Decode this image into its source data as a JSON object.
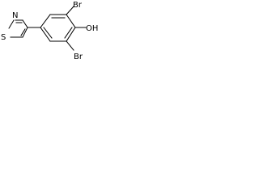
{
  "molecule": {
    "atoms": {
      "S": "S",
      "N": "N",
      "OH": "OH",
      "Br_top": "Br",
      "Br_bottom": "Br"
    },
    "colors": {
      "ink": "#000000",
      "background": "#ffffff"
    }
  }
}
